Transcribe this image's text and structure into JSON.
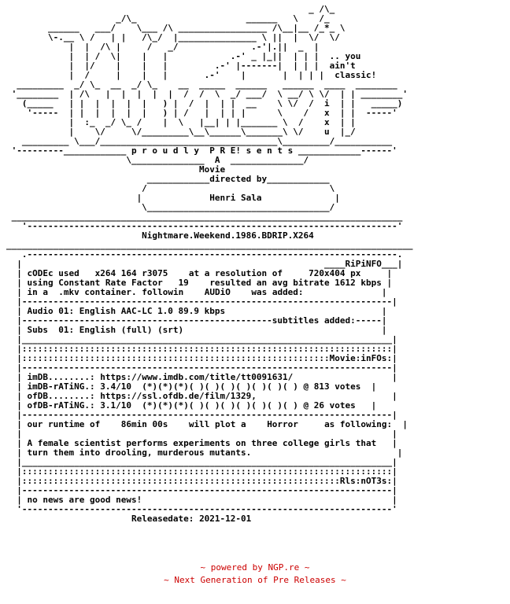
{
  "nfo": {
    "banner": [
      "                                                          _ /\\_",
      "                     _/\\_                     ______   \\    /_",
      "        ______   ___/    \\___ /\\ _________________ /\\__|__ /_*_ \\",
      "        \\-.__ \\ /   | |   /\\_/  |_______________ \\ ||  |  \\/  \\/",
      "            |  |  /\\ |     /   _/              .-'|.||  _  |",
      "            |  | /  \\|    |   |            .-' _ |_||  | | |  .. you",
      "            |  |/    |    |   |         .-' |-------|  | | |  ain't",
      "            |  /     |    |   |       .-'    |       |  | | |  classic!",
      "  _________  _/ \\_  __  _/ \\_    __  _____  ______   ______  ____  ________",
      " '________  | /\\   |  |  |  |  |  /  /  \\  _/ ___/  \\ __/ \\ \\/  | | ________'",
      "   (_____   | |  |  |  |  |   ) |  /  |  | |  __    \\ \\/  /  i  | |   _____)",
      "    '-----  | |  |  |  |  |   ) | /   |  | | |      \\    /   x  | |  -----'",
      "            |  :_  _/ \\_ /    |  \\   |__| | |_______ \\  /    x  | |",
      "            |    \\/     \\/_________\\__\\______\\_______\\ \\/    u  |_/",
      "   _________ \\___/__________________________________\\_________/___________",
      " '---------____________ p r o u d l y  P R E! s e n t s ____________------'",
      "                       \\______________  A  ______________/",
      "                                     Movie",
      "                           ____________directed by____________",
      "                          /                                   \\",
      "                         |             Henri Sala              |",
      "                          \\___________________________________/",
      " ___________________________________________________________________________",
      "   '-----------------------------------------------------------------------'",
      "                          Nightmare.Weekend.1986.BDRIP.X264",
      "______________________________________________________________________________",
      "   .-----------------------------------------------------------------------.",
      "  |                                                          ____RiPiNFO___|"
    ],
    "codec_label": "cODEc used",
    "codec_value": "x264 164 r3075",
    "resolution_label": "at a resolution of",
    "resolution_value": "720x404 px",
    "crf_label": "using Constant Rate Factor",
    "crf_value": "19",
    "bitrate_label": "resulted an avg bitrate",
    "bitrate_value": "1612 kbps",
    "container_prefix": "in a",
    "container_value": ".mkv container. followin",
    "audio_word": "AUDiO",
    "audio_suffix": "was added:",
    "audio_line": "Audio 01: English AAC-LC 1.0 89.9 kbps",
    "subtitles_header": "subtitles added:",
    "subs_line": "Subs  01: English (full) (srt)",
    "movie_info_header": "Movie:inFOs",
    "imdb_label": "imDB........:",
    "imdb_url": "https://www.imdb.com/title/tt0091631/",
    "imdb_rating_label": "imDB-rATiNG.:",
    "imdb_rating_value": "3.4/10",
    "imdb_rating_stars": "(*)(*)(*)( )( )( )( )( )( )( )",
    "imdb_votes": "@ 813 votes",
    "ofdb_label": "ofDB........:",
    "ofdb_url": "https://ssl.ofdb.de/film/1329,",
    "ofdb_rating_label": "ofDB-rATiNG.:",
    "ofdb_rating_value": "3.1/10",
    "ofdb_rating_stars": "(*)(*)(*)( )( )( )( )( )( )( )",
    "ofdb_votes": "@ 26 votes",
    "runtime_prefix": "our runtime of",
    "runtime_value": "86min 00s",
    "runtime_mid": "will plot a",
    "genre": "Horror",
    "runtime_suffix": "as following:",
    "plot_line1": "A female scientist performs experiments on three college girls that",
    "plot_line2": "turn them into drooling, murderous mutants.",
    "notes_header": "Rls:nOT3s",
    "notes_text": "no news are good news!",
    "release_label": "Releasedate:",
    "release_date": "2021-12-01"
  },
  "footer": {
    "line1": "~ powered by NGP.re ~",
    "line2": "~ Next Generation of Pre Releases ~",
    "color": "#cc0000"
  }
}
